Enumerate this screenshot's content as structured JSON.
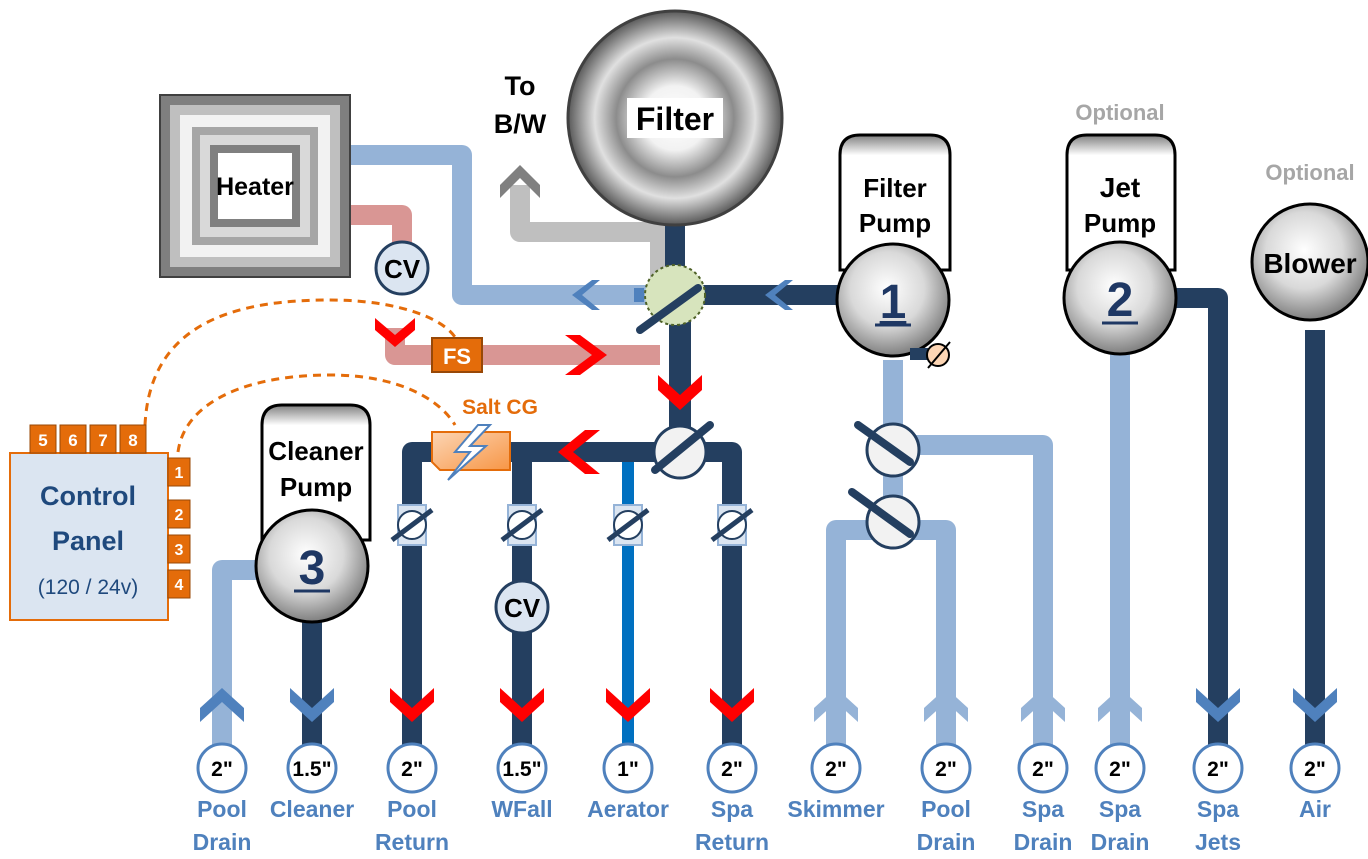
{
  "colors": {
    "pipe_dark": "#243f60",
    "pipe_light": "#95b3d7",
    "pipe_medium": "#0070c0",
    "pipe_heated": "#d99694",
    "pipe_gray": "#bfbfbf",
    "arrow_red": "#ff0000",
    "arrow_blue": "#4f81bd",
    "label_blue": "#4f81bd",
    "orange": "#e46c0a",
    "optional_gray": "#a6a6a6"
  },
  "equipment": {
    "filter": "Filter",
    "to_bw_line1": "To",
    "to_bw_line2": "B/W",
    "heater": "Heater",
    "cv_heater": "CV",
    "flow_switch": "FS",
    "salt_cg": "Salt CG",
    "cv_wfall": "CV",
    "filter_pump": {
      "line1": "Filter",
      "line2": "Pump",
      "number": "1"
    },
    "jet_pump": {
      "optional": "Optional",
      "line1": "Jet",
      "line2": "Pump",
      "number": "2"
    },
    "cleaner_pump": {
      "line1": "Cleaner",
      "line2": "Pump",
      "number": "3"
    },
    "blower": {
      "optional": "Optional",
      "label": "Blower"
    }
  },
  "control_panel": {
    "line1": "Control",
    "line2": "Panel",
    "voltage": "(120 / 24v)",
    "top_terminals": [
      "5",
      "6",
      "7",
      "8"
    ],
    "side_terminals": [
      "1",
      "2",
      "3",
      "4"
    ]
  },
  "ports": [
    {
      "size": "2\"",
      "line1": "Pool",
      "line2": "Drain"
    },
    {
      "size": "1.5\"",
      "line1": "Cleaner",
      "line2": ""
    },
    {
      "size": "2\"",
      "line1": "Pool",
      "line2": "Return"
    },
    {
      "size": "1.5\"",
      "line1": "WFall",
      "line2": ""
    },
    {
      "size": "1\"",
      "line1": "Aerator",
      "line2": ""
    },
    {
      "size": "2\"",
      "line1": "Spa",
      "line2": "Return"
    },
    {
      "size": "2\"",
      "line1": "Skimmer",
      "line2": ""
    },
    {
      "size": "2\"",
      "line1": "Pool",
      "line2": "Drain"
    },
    {
      "size": "2\"",
      "line1": "Spa",
      "line2": "Drain"
    },
    {
      "size": "2\"",
      "line1": "Spa",
      "line2": "Drain"
    },
    {
      "size": "2\"",
      "line1": "Spa",
      "line2": "Jets"
    },
    {
      "size": "2\"",
      "line1": "Air",
      "line2": ""
    }
  ]
}
